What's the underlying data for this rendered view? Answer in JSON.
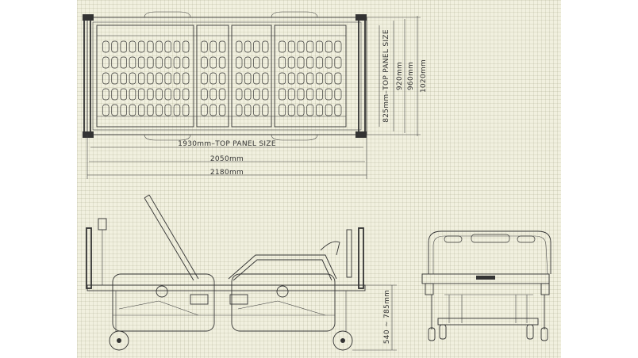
{
  "dimensions": {
    "top_panel_length": "1930mm–TOP PANEL SIZE",
    "overall_length_1": "2050mm",
    "overall_length_2": "2180mm",
    "top_panel_width": "825mm–TOP PANEL SIZE",
    "width_1": "920mm",
    "width_2": "960mm",
    "width_3": "1020mm",
    "height_range": "540 ~ 785mm"
  },
  "colors": {
    "paper": "#f1f0df",
    "ink": "#333333",
    "grid": "#c8c7b0"
  },
  "views": [
    "top-view",
    "side-view",
    "end-view"
  ]
}
